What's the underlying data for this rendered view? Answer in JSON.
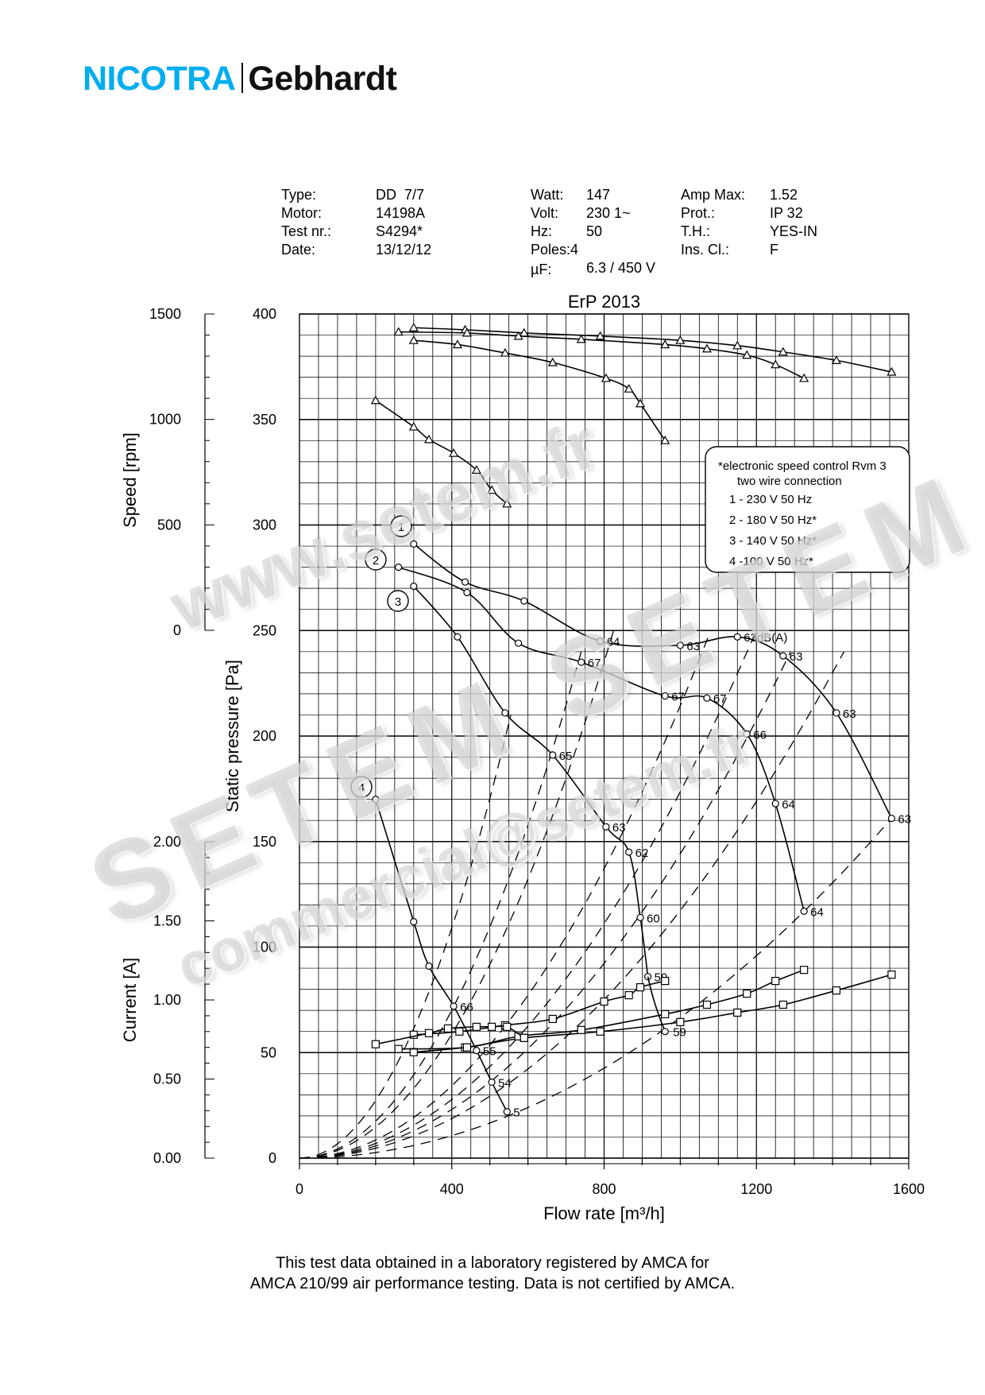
{
  "brand": {
    "part1": "NICOTRA",
    "part2": "Gebhardt"
  },
  "specs": {
    "col1_labels": [
      "Type:",
      "Motor:",
      "Test nr.:",
      "Date:"
    ],
    "col1_values": [
      "DD  7/7",
      "14198A",
      "S4294*",
      "13/12/12"
    ],
    "col2_labels": [
      "Watt:",
      "Volt:",
      "Hz:",
      "Poles:",
      "µF:"
    ],
    "col2_values": [
      "147",
      "230 1~",
      "50",
      "4",
      "6.3 / 450 V"
    ],
    "col3_labels": [
      "Amp Max:",
      "Prot.:",
      "T.H.:",
      "Ins. Cl.:"
    ],
    "col3_values": [
      "1.52",
      "IP 32",
      "YES-IN",
      "F"
    ]
  },
  "footer": {
    "line1": "This test data obtained in a laboratory registered by AMCA for",
    "line2": "AMCA 210/99 air performance testing. Data is not certified by AMCA."
  },
  "watermarks": [
    "www.setem.fr",
    "SETEM SETEM",
    "commercial@setem.fr"
  ],
  "colors": {
    "brand_blue": "#00aeef",
    "ink": "#000000"
  },
  "chart_data": {
    "type": "line",
    "title": "ErP 2013",
    "xlabel": "Flow rate [m³/h]",
    "ylabel_pressure": "Static pressure [Pa]",
    "ylabel_speed": "Speed [rpm]",
    "ylabel_current": "Current [A]",
    "xlim": [
      0,
      1600
    ],
    "ylim_pressure": [
      0,
      400
    ],
    "ylim_speed": [
      0,
      1500
    ],
    "ylim_current": [
      0,
      2.0
    ],
    "x_ticks": [
      "0",
      "400",
      "800",
      "1200",
      "1600"
    ],
    "pressure_ticks": [
      "0",
      "50",
      "100",
      "150",
      "200",
      "250",
      "300",
      "350",
      "400"
    ],
    "speed_ticks": [
      "0",
      "500",
      "1000",
      "1500"
    ],
    "current_ticks": [
      "0.00",
      "0.50",
      "1.00",
      "1.50",
      "2.00"
    ],
    "grid": true,
    "legend": {
      "lines": [
        "*electronic speed control Rvm 3",
        "two wire connection",
        "1 - 230 V 50 Hz",
        "2 - 180 V 50 Hz*",
        "3 - 140 V 50 Hz*",
        "4 -100 V 50 Hz*"
      ],
      "placement": "upper-right"
    },
    "curve_ids": [
      "1",
      "2",
      "3",
      "4"
    ],
    "pressure_series": [
      {
        "name": "1",
        "x": [
          300,
          435,
          590,
          790,
          1000,
          1150,
          1270,
          1410,
          1555
        ],
        "y": [
          291,
          273,
          264,
          245,
          243,
          247,
          238,
          211,
          161
        ],
        "labels": [
          "",
          "",
          "",
          "64",
          "63",
          "63dB(A)",
          "63",
          "63",
          "63"
        ]
      },
      {
        "name": "2",
        "x": [
          260,
          440,
          575,
          740,
          960,
          1070,
          1175,
          1250,
          1325
        ],
        "y": [
          280,
          268,
          244,
          235,
          219,
          218,
          201,
          168,
          117
        ],
        "labels": [
          "",
          "",
          "",
          "67",
          "67",
          "67",
          "66",
          "64",
          "64"
        ]
      },
      {
        "name": "3",
        "x": [
          300,
          415,
          540,
          665,
          805,
          865,
          895,
          915
        ],
        "y": [
          271,
          247,
          211,
          191,
          157,
          145,
          114,
          86
        ],
        "labels": [
          "",
          "",
          "",
          "65",
          "63",
          "62",
          "60",
          "59"
        ]
      },
      {
        "name": "4",
        "x": [
          200,
          300,
          340,
          405,
          465,
          505,
          545
        ],
        "y": [
          170,
          112,
          91,
          72,
          51,
          36,
          22
        ],
        "labels": [
          "",
          "",
          "",
          "66",
          "55",
          "54",
          "5"
        ]
      }
    ],
    "pressure_extra_points": [
      {
        "series": "3",
        "x": 960,
        "y": 60,
        "label": "59"
      }
    ],
    "speed_series": [
      {
        "name": "1",
        "x": [
          300,
          435,
          590,
          790,
          1000,
          1150,
          1270,
          1410,
          1555
        ],
        "y": [
          1435,
          1425,
          1410,
          1395,
          1375,
          1350,
          1320,
          1280,
          1225
        ]
      },
      {
        "name": "2",
        "x": [
          260,
          440,
          575,
          740,
          960,
          1070,
          1175,
          1250,
          1325
        ],
        "y": [
          1415,
          1410,
          1395,
          1380,
          1355,
          1335,
          1305,
          1260,
          1195
        ]
      },
      {
        "name": "3",
        "x": [
          300,
          415,
          540,
          665,
          805,
          865,
          895,
          960
        ],
        "y": [
          1375,
          1355,
          1315,
          1270,
          1195,
          1145,
          1075,
          900
        ]
      },
      {
        "name": "4",
        "x": [
          200,
          300,
          340,
          405,
          465,
          505,
          545
        ],
        "y": [
          1090,
          965,
          905,
          840,
          760,
          665,
          600
        ]
      }
    ],
    "current_series": [
      {
        "name": "1",
        "x": [
          300,
          435,
          590,
          790,
          1000,
          1150,
          1270,
          1410,
          1555
        ],
        "y": [
          0.67,
          0.7,
          0.76,
          0.8,
          0.86,
          0.92,
          0.97,
          1.06,
          1.16
        ]
      },
      {
        "name": "2",
        "x": [
          260,
          440,
          575,
          740,
          960,
          1070,
          1175,
          1250,
          1325
        ],
        "y": [
          0.69,
          0.7,
          0.77,
          0.81,
          0.91,
          0.97,
          1.04,
          1.12,
          1.19
        ]
      },
      {
        "name": "3",
        "x": [
          300,
          420,
          540,
          665,
          800,
          865,
          895,
          960
        ],
        "y": [
          0.78,
          0.8,
          0.84,
          0.88,
          0.99,
          1.03,
          1.08,
          1.12
        ]
      },
      {
        "name": "4",
        "x": [
          200,
          340,
          390,
          465,
          505,
          545,
          590
        ],
        "y": [
          0.72,
          0.79,
          0.82,
          0.83,
          0.83,
          0.83,
          0.76
        ]
      }
    ],
    "system_lines_end": [
      {
        "x": 555,
        "y": 210
      },
      {
        "x": 740,
        "y": 240
      },
      {
        "x": 825,
        "y": 250
      },
      {
        "x": 1080,
        "y": 250
      },
      {
        "x": 1200,
        "y": 250
      },
      {
        "x": 1290,
        "y": 240
      },
      {
        "x": 1430,
        "y": 240
      },
      {
        "x": 1555,
        "y": 161
      }
    ]
  }
}
